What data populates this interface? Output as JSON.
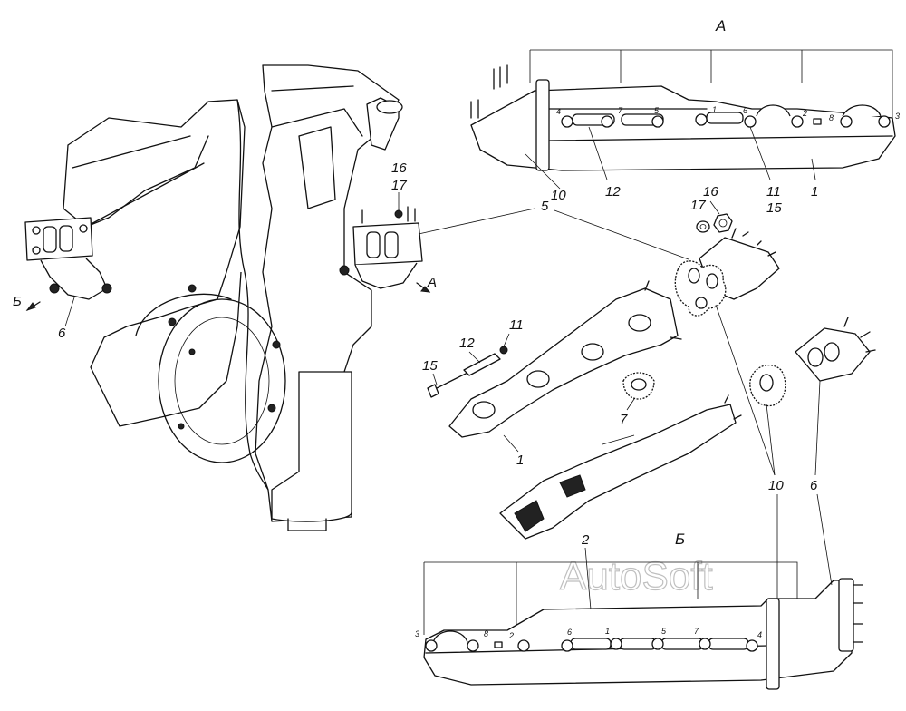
{
  "views": {
    "a": "А",
    "b": "Б"
  },
  "engine_labels": {
    "b_marker": "Б",
    "a_marker": "А",
    "l6": "6",
    "l16": "16",
    "l17": "17"
  },
  "callouts": {
    "c5": "5",
    "c10_top": "10",
    "c12_top": "12",
    "c11_top": "11",
    "c15_top": "15",
    "c1_top": "1",
    "c16": "16",
    "c17": "17",
    "c11": "11",
    "c12": "12",
    "c15": "15",
    "c7": "7",
    "c1": "1",
    "c10": "10",
    "c6": "6",
    "c2": "2"
  },
  "bolt_order_top": [
    "4",
    "7",
    "5",
    "1",
    "6",
    "2",
    "8",
    "3"
  ],
  "bolt_order_bottom": [
    "3",
    "8",
    "2",
    "6",
    "1",
    "5",
    "7",
    "4"
  ],
  "watermark": "AutoSoft",
  "colors": {
    "line": "#111111",
    "background": "#ffffff",
    "watermark": "#bfbfbf"
  }
}
